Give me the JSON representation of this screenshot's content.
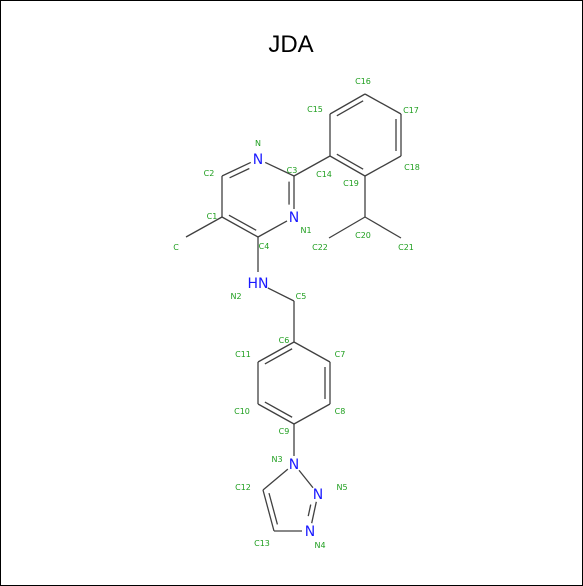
{
  "title": "JDA",
  "colors": {
    "bond": "#404040",
    "nitrogen": "#1a1aff",
    "atom_label": "#1e9e1e",
    "title": "#000000"
  },
  "heavy_atoms": [
    {
      "id": "n_top",
      "symbol": "N"
    },
    {
      "id": "n1_ring",
      "symbol": "N"
    },
    {
      "id": "nh",
      "symbol": "HN"
    },
    {
      "id": "n3",
      "symbol": "N"
    },
    {
      "id": "n5",
      "symbol": "N"
    },
    {
      "id": "n4",
      "symbol": "N"
    }
  ],
  "atom_labels": [
    {
      "id": "lbl-N",
      "text": "N"
    },
    {
      "id": "lbl-C2",
      "text": "C2"
    },
    {
      "id": "lbl-C3",
      "text": "C3"
    },
    {
      "id": "lbl-C1",
      "text": "C1"
    },
    {
      "id": "lbl-N1",
      "text": "N1"
    },
    {
      "id": "lbl-C",
      "text": "C"
    },
    {
      "id": "lbl-C4",
      "text": "C4"
    },
    {
      "id": "lbl-N2",
      "text": "N2"
    },
    {
      "id": "lbl-C5",
      "text": "C5"
    },
    {
      "id": "lbl-C6",
      "text": "C6"
    },
    {
      "id": "lbl-C11",
      "text": "C11"
    },
    {
      "id": "lbl-C7",
      "text": "C7"
    },
    {
      "id": "lbl-C10",
      "text": "C10"
    },
    {
      "id": "lbl-C8",
      "text": "C8"
    },
    {
      "id": "lbl-C9",
      "text": "C9"
    },
    {
      "id": "lbl-N3",
      "text": "N3"
    },
    {
      "id": "lbl-C12",
      "text": "C12"
    },
    {
      "id": "lbl-N5",
      "text": "N5"
    },
    {
      "id": "lbl-C13",
      "text": "C13"
    },
    {
      "id": "lbl-N4",
      "text": "N4"
    },
    {
      "id": "lbl-C15",
      "text": "C15"
    },
    {
      "id": "lbl-C16",
      "text": "C16"
    },
    {
      "id": "lbl-C17",
      "text": "C17"
    },
    {
      "id": "lbl-C14",
      "text": "C14"
    },
    {
      "id": "lbl-C18",
      "text": "C18"
    },
    {
      "id": "lbl-C19",
      "text": "C19"
    },
    {
      "id": "lbl-C20",
      "text": "C20"
    },
    {
      "id": "lbl-C22",
      "text": "C22"
    },
    {
      "id": "lbl-C21",
      "text": "C21"
    }
  ]
}
